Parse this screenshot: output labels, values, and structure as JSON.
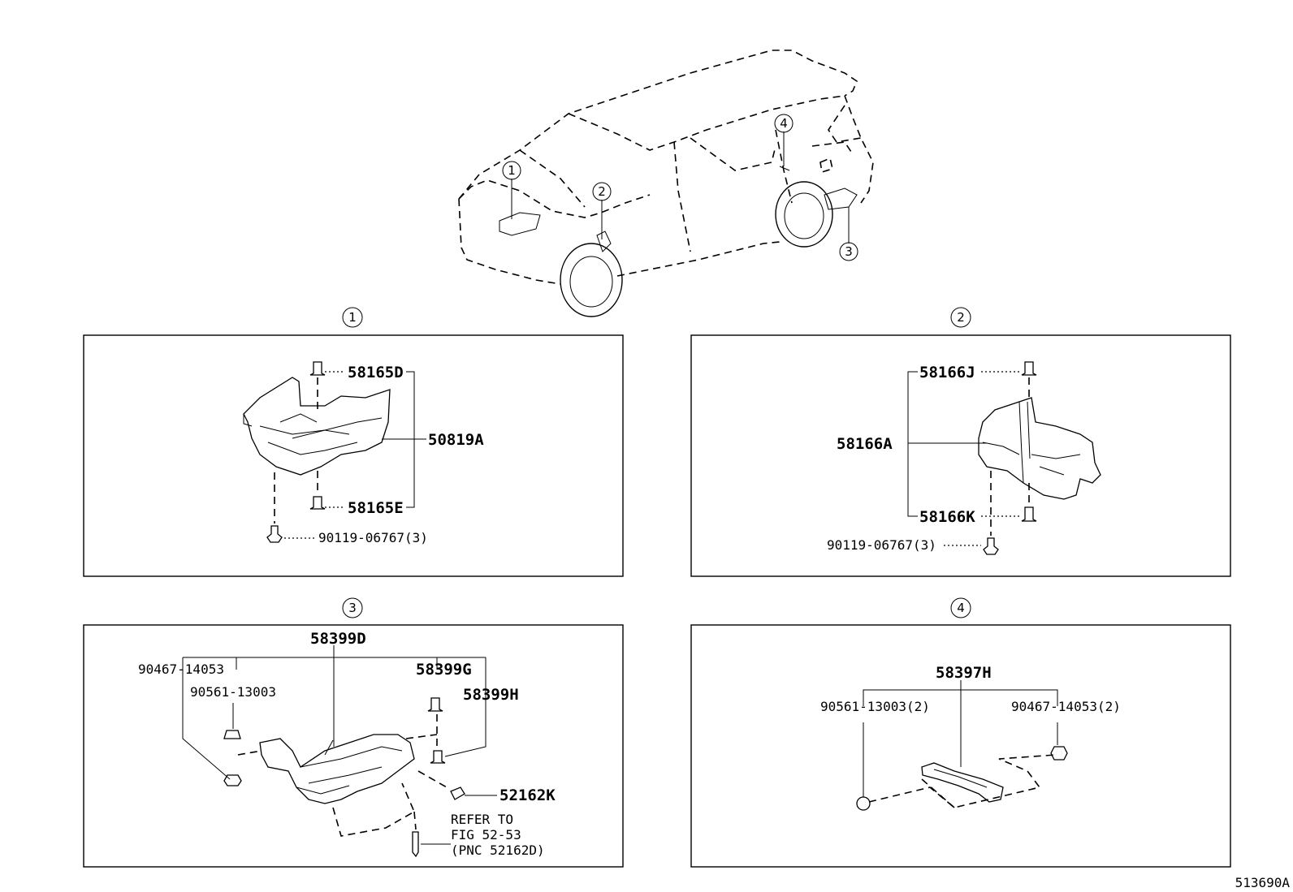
{
  "figure_id": "513690A",
  "vehicle": {
    "callouts": [
      "1",
      "2",
      "3",
      "4"
    ]
  },
  "panels": [
    {
      "index": "1",
      "parts": {
        "clip_upper": "58165D",
        "shield": "50819A",
        "clip_lower": "58165E",
        "bolt": "90119-06767(3)"
      }
    },
    {
      "index": "2",
      "parts": {
        "clip_upper": "58166J",
        "shield": "58166A",
        "clip_lower": "58166K",
        "bolt": "90119-06767(3)"
      }
    },
    {
      "index": "3",
      "parts": {
        "assembly": "58399D",
        "nut": "90467-14053",
        "washer": "90561-13003",
        "clip_a": "58399G",
        "clip_b": "58399H",
        "screw": "52162K",
        "refer_line1": "REFER TO",
        "refer_line2": "FIG 52-53",
        "refer_line3": "(PNC 52162D)"
      }
    },
    {
      "index": "4",
      "parts": {
        "assembly": "58397H",
        "washer": "90561-13003(2)",
        "nut": "90467-14053(2)"
      }
    }
  ]
}
